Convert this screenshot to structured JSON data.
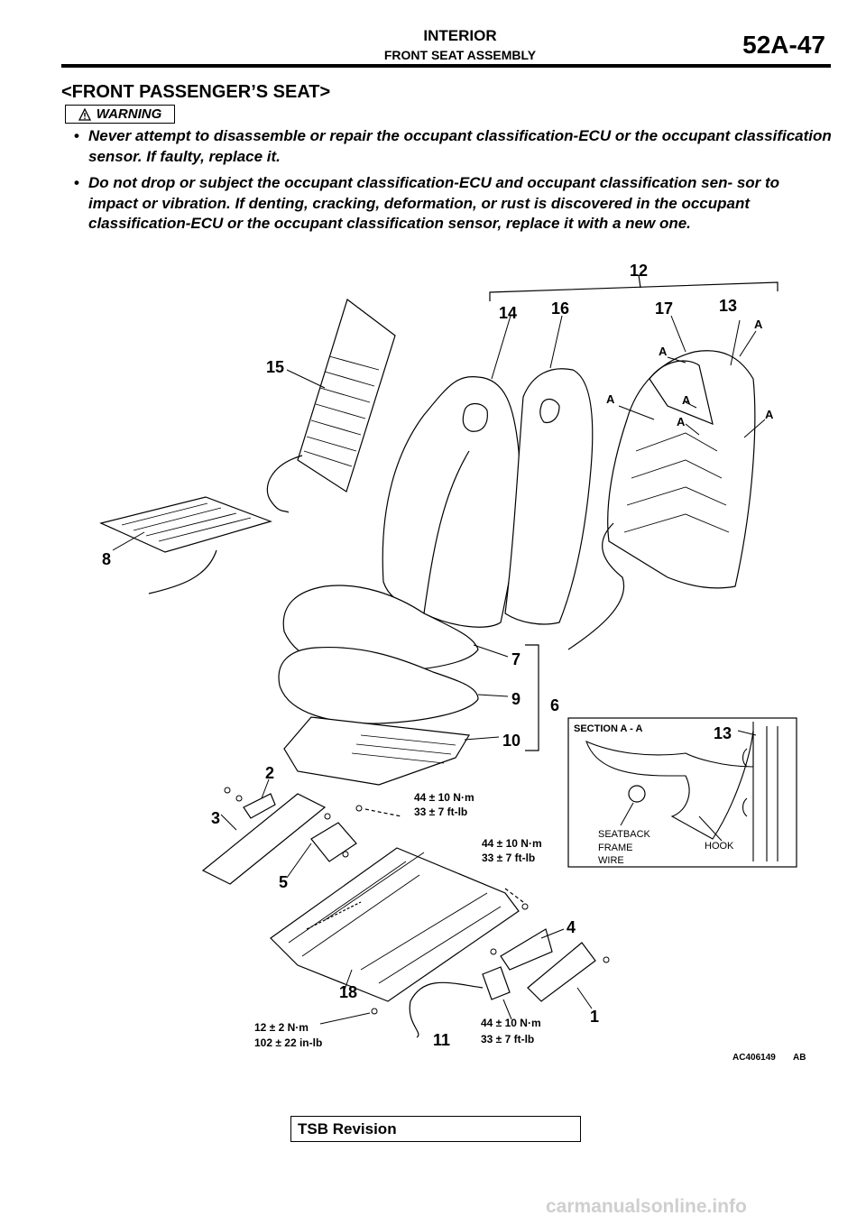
{
  "header": {
    "title": "INTERIOR",
    "subtitle": "FRONT SEAT ASSEMBLY",
    "page_number": "52A-47"
  },
  "section_title": "<FRONT PASSENGER’S SEAT>",
  "warning": {
    "label": "WARNING",
    "items": [
      "Never attempt to disassemble or repair the occupant classification-ECU or the occupant classification sensor. If faulty, replace it.",
      "Do not drop or subject the occupant classification-ECU and occupant classification sen- sor to impact or vibration. If denting, cracking, deformation, or rust is discovered in the occupant classification-ECU or the occupant classification sensor, replace it with a new one."
    ]
  },
  "figure": {
    "callouts": [
      "12",
      "14",
      "16",
      "17",
      "13",
      "15",
      "8",
      "7",
      "9",
      "6",
      "10",
      "2",
      "3",
      "5",
      "4",
      "18",
      "1",
      "11"
    ],
    "section_marks": [
      "A",
      "A",
      "A",
      "A",
      "A",
      "A"
    ],
    "torques": {
      "t1": [
        "44 ± 10 N·m",
        "33 ± 7 ft-lb"
      ],
      "t2": [
        "44 ± 10 N·m",
        "33 ± 7 ft-lb"
      ],
      "t3": [
        "44 ± 10 N·m",
        "33 ± 7 ft-lb"
      ],
      "t4": [
        "12 ± 2 N·m",
        "102 ± 22 in-lb"
      ]
    },
    "inset": {
      "title": "SECTION A - A",
      "callout": "13",
      "labels": [
        "SEATBACK",
        "FRAME",
        "WIRE",
        "HOOK"
      ]
    },
    "figure_id": "AC406149",
    "figure_suffix": "AB"
  },
  "tsb_label": "TSB Revision",
  "footer_watermark": "carmanualsonline.info"
}
